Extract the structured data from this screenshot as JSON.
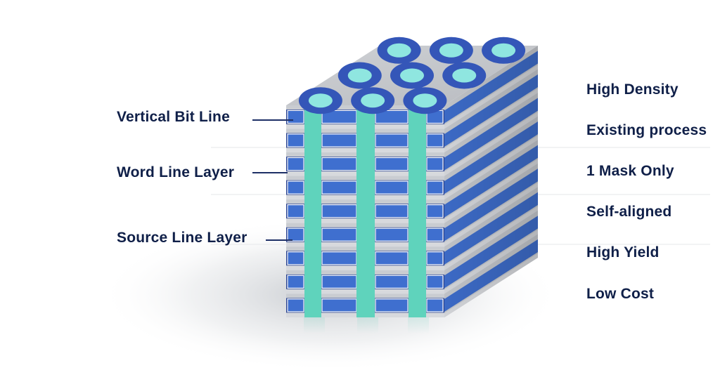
{
  "left_labels": [
    "Vertical Bit Line",
    "Word Line Layer",
    "Source Line Layer"
  ],
  "right_labels": [
    "High Density",
    "Existing process",
    "1 Mask Only",
    "Self-aligned",
    "High Yield",
    "Low Cost"
  ],
  "colors": {
    "text": "#0f1f48",
    "wordline_blue": "#3f6fcf",
    "wordline_dark": "#27408f",
    "bitline_teal": "#5fd3bc",
    "ring_blue": "#3456b8",
    "core_cyan": "#8fe6e0",
    "dielectric_gray": "#c9ccd1",
    "top_gray": "#b9bcc1"
  },
  "icons": [
    "vertical-bit-line-pillar",
    "word-line-layer",
    "source-line-layer",
    "bit-line-ring"
  ]
}
